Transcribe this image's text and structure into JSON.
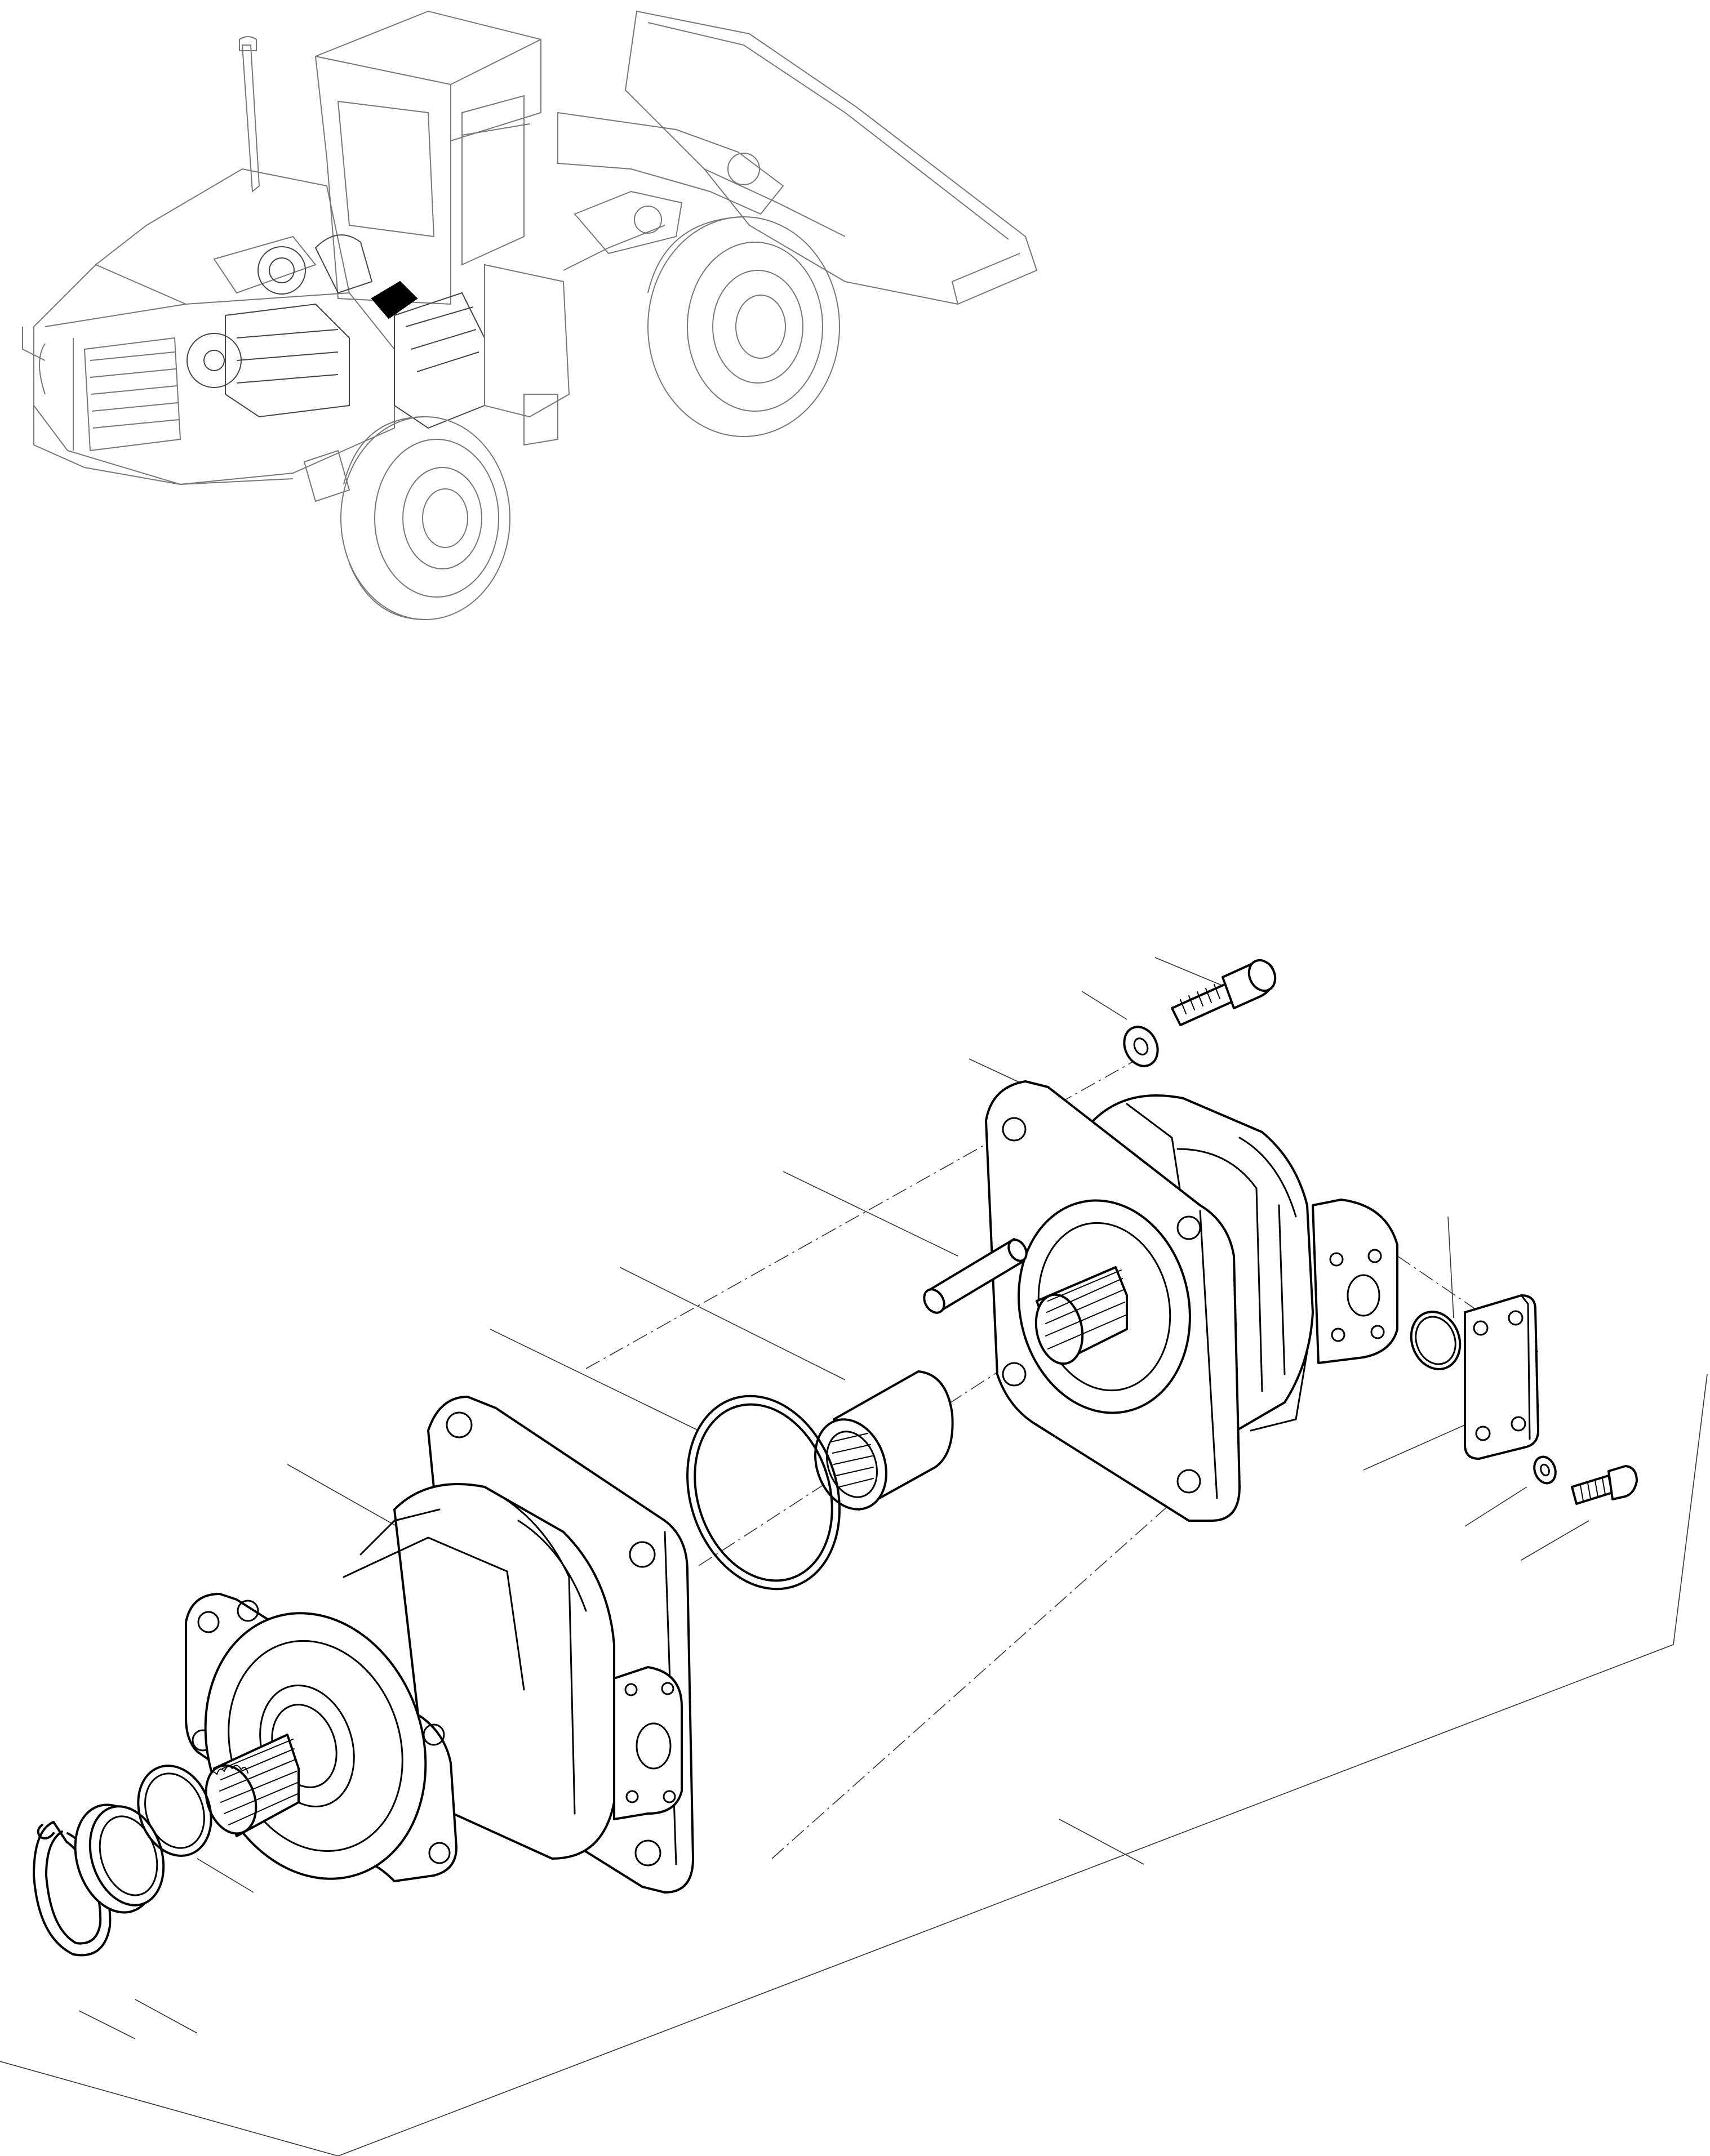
{
  "diagram": {
    "kind": "exploded-parts-illustration",
    "overview": {
      "subject": "wheel-loader",
      "highlighted_part": "pump"
    },
    "parts": [
      "cap-screw",
      "washer",
      "pump-cover",
      "dowel-pin",
      "bushing",
      "o-ring",
      "pump-body",
      "o-ring-small",
      "flange-plate",
      "washer-small",
      "bolt-small",
      "snap-ring",
      "seal-ring",
      "collar-ring"
    ],
    "callout_numbers": []
  }
}
